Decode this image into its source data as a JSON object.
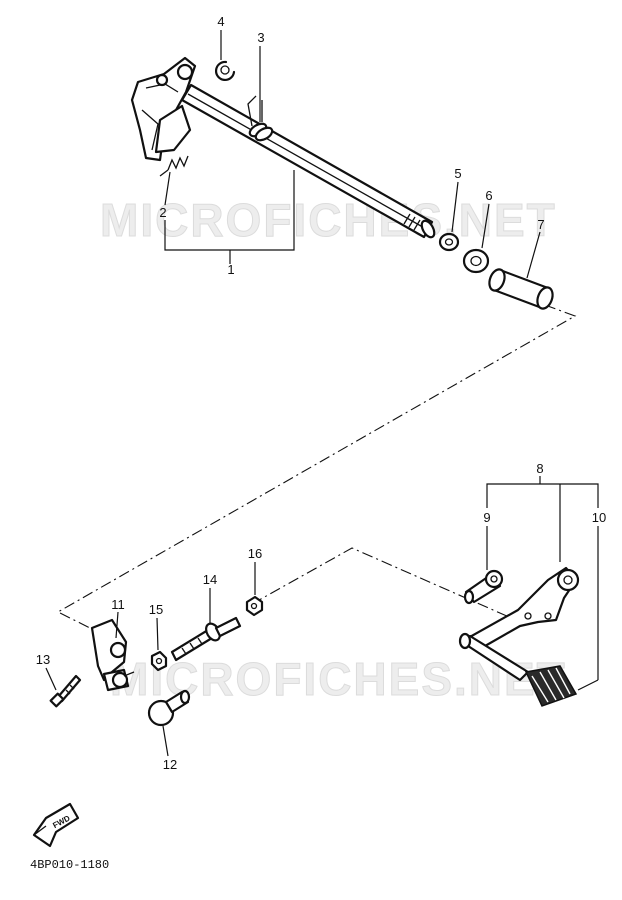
{
  "watermark": "MICROFICHES.NET",
  "callouts": {
    "c1": "1",
    "c2": "2",
    "c3": "3",
    "c4": "4",
    "c5": "5",
    "c6": "6",
    "c7": "7",
    "c8": "8",
    "c9": "9",
    "c10": "10",
    "c11": "11",
    "c12": "12",
    "c13": "13",
    "c14": "14",
    "c15": "15",
    "c16": "16"
  },
  "forward_badge": "FWD",
  "diagram_code": "4BP010-1180"
}
